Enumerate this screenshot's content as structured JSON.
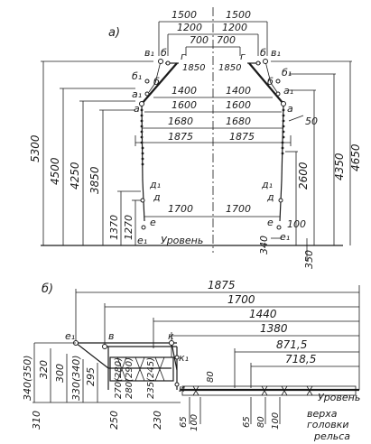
{
  "view_a": {
    "label": "а)",
    "dims_top": [
      "1500",
      "1500",
      "1200",
      "1200",
      "700",
      "700"
    ],
    "dims_mid": [
      "1400",
      "1400",
      "1600",
      "1600",
      "1680",
      "1680",
      "1875",
      "1875"
    ],
    "dims_bottom": [
      "1700",
      "1700"
    ],
    "dim_1850_left": "1850",
    "dim_1850_right": "1850",
    "left_heights": [
      "5300",
      "4500",
      "4250",
      "3850",
      "1370",
      "1270"
    ],
    "right_heights": [
      "4650",
      "4350",
      "2600",
      "100",
      "340",
      "350"
    ],
    "side_50": "50",
    "level_label": "Уровень",
    "point_labels": {
      "v1": "в₁",
      "b": "б",
      "g": "г",
      "b1": "б₁",
      "a1": "а₁",
      "a": "а",
      "d1": "д₁",
      "d": "д",
      "e": "е",
      "e1": "е₁"
    }
  },
  "view_b": {
    "label": "б)",
    "dims_horizontal": [
      "1875",
      "1700",
      "1440",
      "1380",
      "871,5",
      "718,5"
    ],
    "left_vertical": [
      "340(350)",
      "320",
      "300",
      "330(340)",
      "295"
    ],
    "inner_vertical": [
      "270(280)",
      "280(290)",
      "235(245)",
      "80"
    ],
    "bottom_dims": [
      "310",
      "250",
      "230",
      "65",
      "100",
      "65",
      "80",
      "100"
    ],
    "point_labels": {
      "e1": "е₁",
      "v": "в",
      "k": "к",
      "k1": "к₁",
      "i": "и"
    },
    "level_label": "Уровень",
    "rail_label_1": "верха",
    "rail_label_2": "головки",
    "rail_label_3": "рельса"
  }
}
